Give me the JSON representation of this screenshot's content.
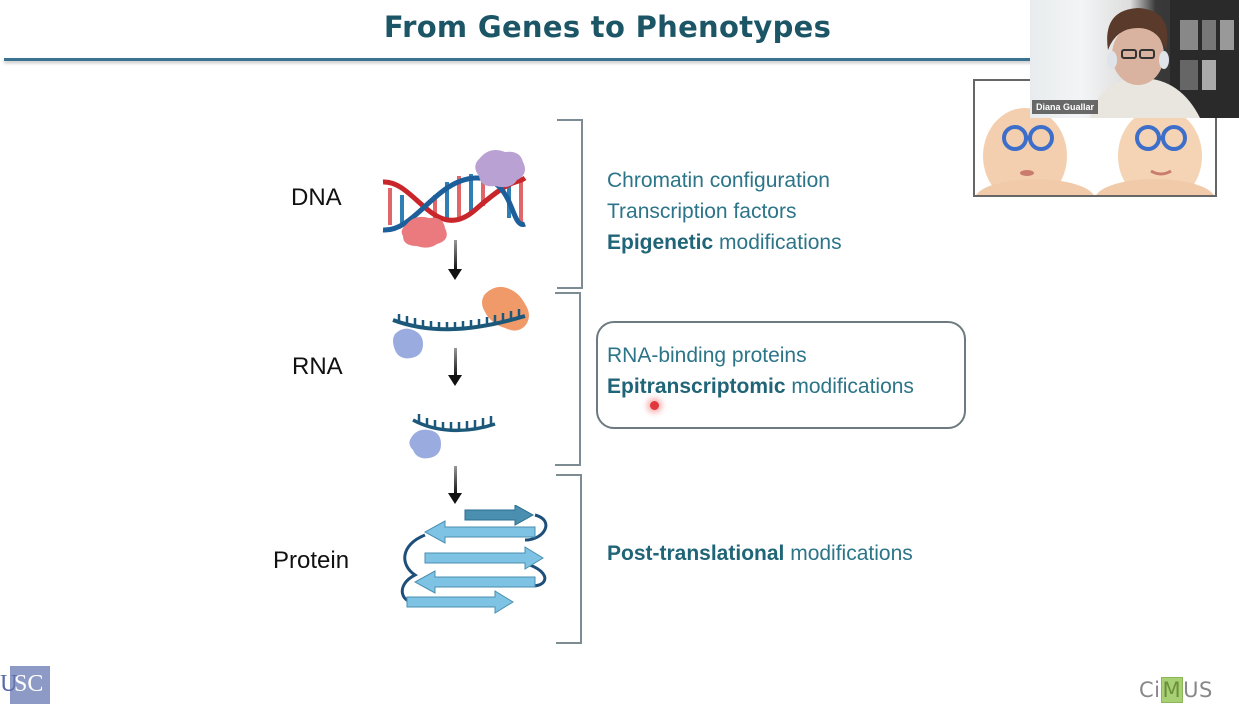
{
  "slide": {
    "title": "From Genes to Phenotypes",
    "levels": [
      {
        "label": "DNA"
      },
      {
        "label": "RNA"
      },
      {
        "label": "Protein"
      }
    ],
    "descriptions": {
      "dna": {
        "line1": "Chromatin configuration",
        "line2": "Transcription factors",
        "line3_bold": "Epigenetic",
        "line3_rest": " modifications"
      },
      "rna": {
        "line1": "RNA-binding proteins",
        "line2_bold": "Epitranscriptomic",
        "line2_rest": " modifications"
      },
      "protein": {
        "line1_bold": "Post-translational",
        "line1_rest": " modifications"
      }
    },
    "logos": {
      "left": "USC",
      "right_pre": "Ci",
      "right_mid": "M",
      "right_post": "US"
    }
  },
  "video_call": {
    "participant_name": "Diana Guallar"
  },
  "colors": {
    "title": "#1b5566",
    "accent_rule": "#3b7191",
    "description_text": "#2c7488",
    "pointer": "#e0383b"
  }
}
